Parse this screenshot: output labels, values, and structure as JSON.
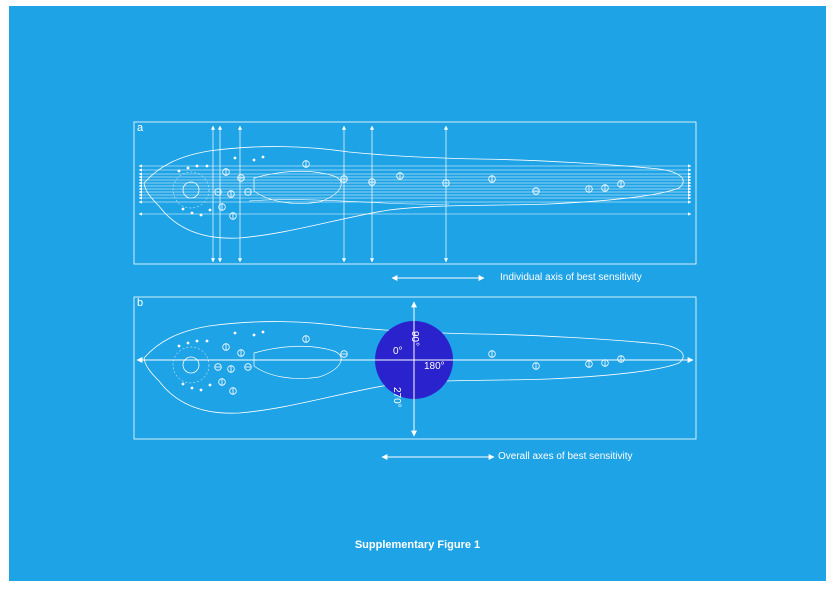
{
  "colors": {
    "background": "#1ea3e6",
    "line": "#ffffff",
    "disc": "#2a22cc"
  },
  "panel_a": {
    "letter": "a",
    "legend": "Individual axis of best sensitivity"
  },
  "panel_b": {
    "letter": "b",
    "legend": "Overall axes of best sensitivity",
    "angles": {
      "a0": "0°",
      "a90": "90°",
      "a180": "180°",
      "a270": "270°"
    }
  },
  "caption": "Supplementary Figure 1"
}
